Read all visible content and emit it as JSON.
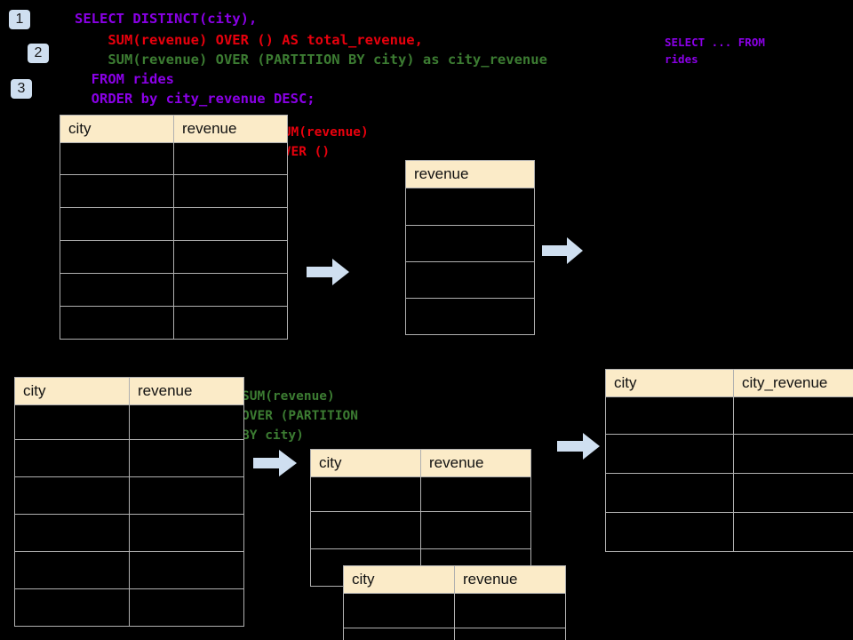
{
  "page": {
    "background_color": "#000000",
    "accent_color": "#cfdff0",
    "header_cell_color": "#fbebc8",
    "grid_line_color": "#b0b0b0"
  },
  "step_badges": [
    {
      "label": "1"
    },
    {
      "label": "2"
    },
    {
      "label": "3"
    }
  ],
  "sql": {
    "line1": "SELECT DISTINCT(city),",
    "line2": "    SUM(revenue) OVER () AS total_revenue,",
    "line3": "    SUM(revenue) OVER (PARTITION BY city) as city_revenue",
    "line4": "  FROM rides",
    "line5": "  ORDER by city_revenue DESC;"
  },
  "side_note": {
    "line1": "SELECT ... FROM",
    "line2": "rides"
  },
  "annotations": {
    "total_revenue_label": "SUM(revenue)\nOVER ()",
    "city_revenue_label": "SUM(revenue)\nOVER (PARTITION\nBY city)"
  },
  "tables": {
    "rides_source_top": {
      "name": "rides-source-table",
      "headers": [
        "city",
        "revenue"
      ],
      "body_rows": 6
    },
    "total_revenue": {
      "name": "total-revenue-table",
      "headers": [
        "revenue"
      ],
      "body_rows": 4
    },
    "rides_source_bottom": {
      "name": "rides-source-table-partitioned",
      "headers": [
        "city",
        "revenue"
      ],
      "body_rows": 6
    },
    "partition_back": {
      "name": "partition-group-table-back",
      "headers": [
        "city",
        "revenue"
      ],
      "body_rows": 3
    },
    "partition_front": {
      "name": "partition-group-table-front",
      "headers": [
        "city",
        "revenue"
      ],
      "body_rows": 2
    },
    "result": {
      "name": "result-table",
      "headers": [
        "city",
        "city_revenue"
      ],
      "body_rows": 4
    }
  },
  "arrows": [
    {
      "name": "arrow-source-to-total"
    },
    {
      "name": "arrow-total-to-result"
    },
    {
      "name": "arrow-source-to-partition"
    },
    {
      "name": "arrow-partition-to-result"
    }
  ]
}
